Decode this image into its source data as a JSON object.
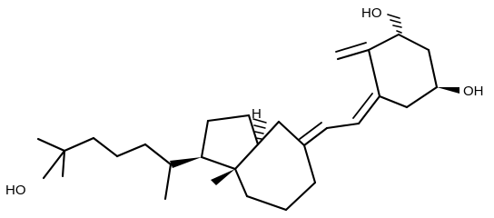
{
  "molecule": {
    "atom_labels": [
      {
        "id": "oh-top",
        "text": "HO"
      },
      {
        "id": "oh-right",
        "text": "OH"
      },
      {
        "id": "oh-left",
        "text": "HO"
      },
      {
        "id": "h-ring",
        "text": "H"
      }
    ],
    "colors": {
      "bond": "#000000",
      "background": "#ffffff"
    }
  }
}
